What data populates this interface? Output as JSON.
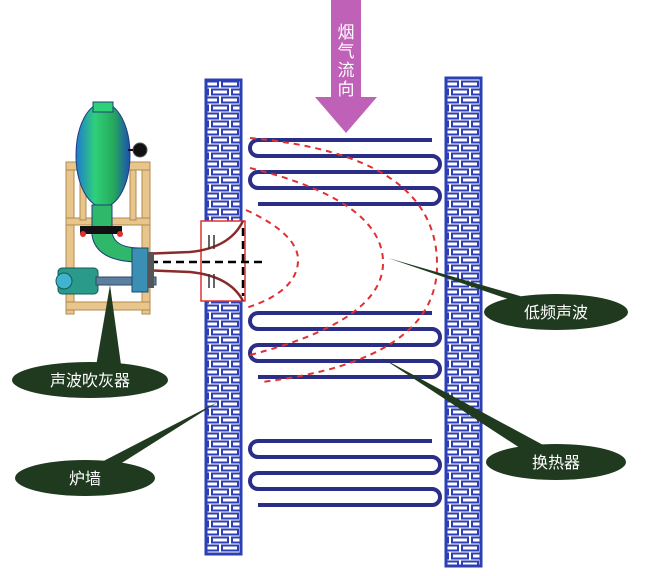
{
  "flow_arrow": {
    "label_chars": [
      "烟",
      "气",
      "流",
      "向"
    ]
  },
  "callouts": {
    "sonic_blower": "声波吹灰器",
    "furnace_wall": "炉墙",
    "low_freq_wave": "低频声波",
    "heat_exchanger": "换热器"
  },
  "colors": {
    "arrow": "#c061b8",
    "wall": "#2d3fb5",
    "tube": "#2a2e86",
    "wave": "#e03030",
    "callout": "#1f3a1f",
    "frame": "#e8c58a"
  }
}
